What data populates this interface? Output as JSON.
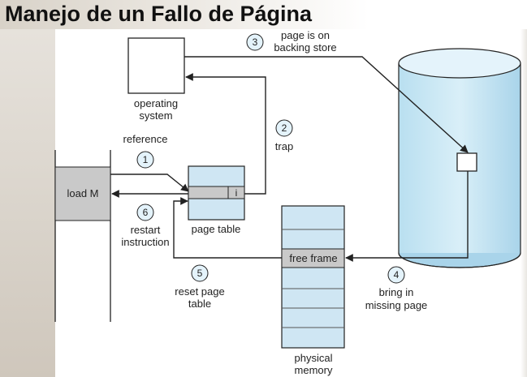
{
  "title": "Manejo de un Fallo de Página",
  "nodes": {
    "os_line1": "operating",
    "os_line2": "system",
    "load_m": "load M",
    "page_table_entry": "i",
    "page_table": "page table",
    "free_frame": "free frame",
    "memory_line1": "physical",
    "memory_line2": "memory"
  },
  "steps": [
    {
      "num": "1",
      "line1": "reference",
      "line2": ""
    },
    {
      "num": "2",
      "line1": "trap",
      "line2": ""
    },
    {
      "num": "3",
      "line1": "page is on",
      "line2": "backing store"
    },
    {
      "num": "4",
      "line1": "bring in",
      "line2": "missing page"
    },
    {
      "num": "5",
      "line1": "reset page",
      "line2": "table"
    },
    {
      "num": "6",
      "line1": "restart",
      "line2": "instruction"
    }
  ],
  "colors": {
    "box_blue": "#cfe6f3",
    "gray_fill": "#c9c9c9",
    "disk_top": "#e4f3fb",
    "stroke": "#222222"
  }
}
